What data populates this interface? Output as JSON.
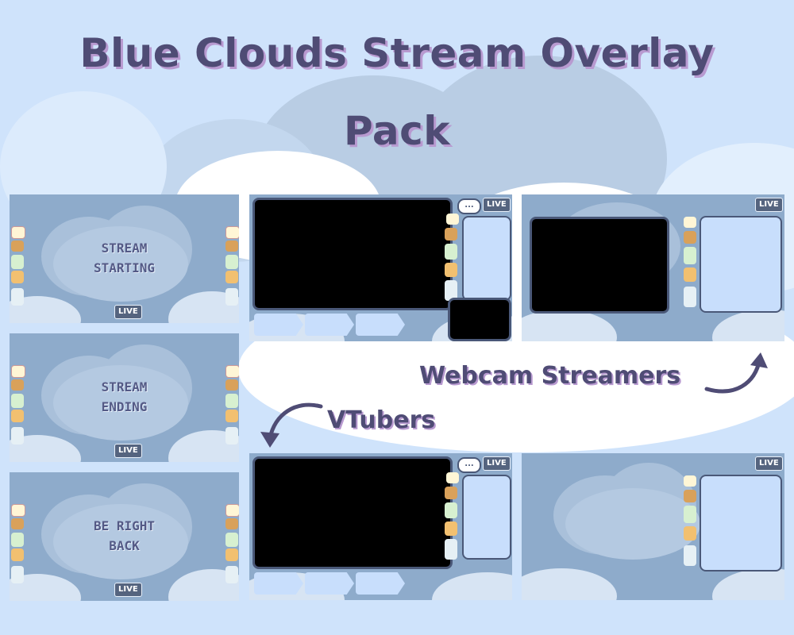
{
  "title": {
    "line1": "Blue Clouds Stream Overlay",
    "line2": "Pack"
  },
  "screens": {
    "starting": {
      "line1": "STREAM",
      "line2": "STARTING",
      "badge": "LIVE"
    },
    "ending": {
      "line1": "STREAM",
      "line2": "ENDING",
      "badge": "LIVE"
    },
    "brb": {
      "line1": "BE RIGHT",
      "line2": "BACK",
      "badge": "LIVE"
    }
  },
  "overlays": {
    "vtuber_top": {
      "badge": "LIVE",
      "bubble": "..."
    },
    "webcam_top": {
      "badge": "LIVE"
    },
    "vtuber_bottom": {
      "badge": "LIVE",
      "bubble": "..."
    },
    "webcam_bottom": {
      "badge": "LIVE"
    }
  },
  "labels": {
    "webcam": "Webcam Streamers",
    "vtubers": "VTubers"
  },
  "icons": [
    "egg-icon",
    "pancake-icon",
    "yogurt-icon",
    "toast-icon",
    "milk-icon",
    "curved-arrow-icon",
    "chat-bubble-icon"
  ],
  "colors": {
    "background": "#cfe3fb",
    "panel": "#8eabcb",
    "title": "#4f4c75",
    "title_shadow": "#b89ad0",
    "chat_box": "#c8defc",
    "live_badge": "#55647f"
  }
}
